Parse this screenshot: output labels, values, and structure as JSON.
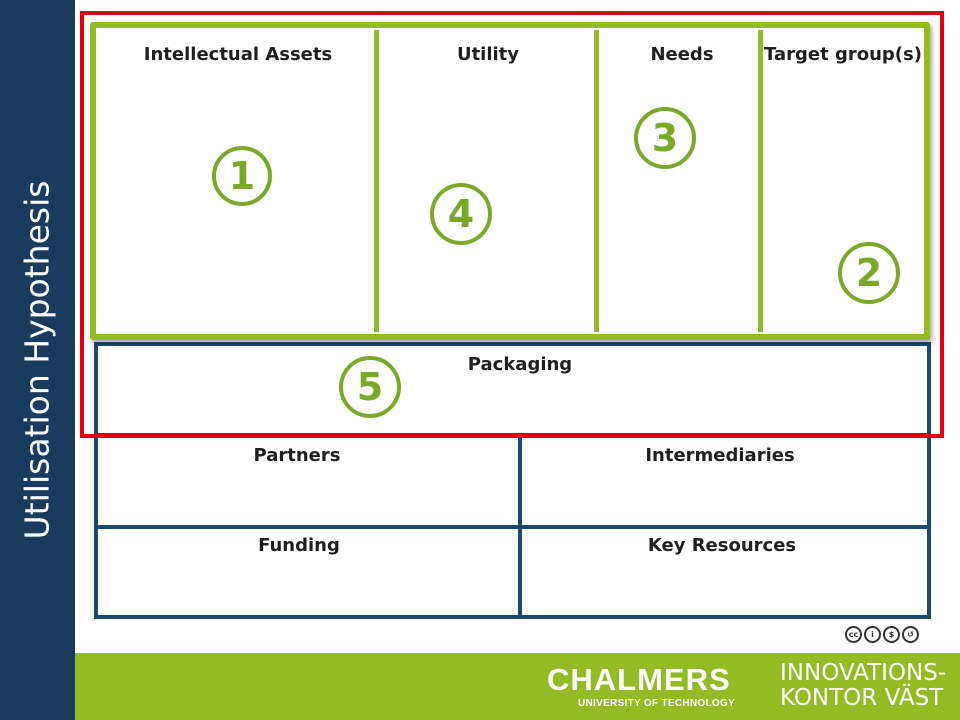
{
  "sidebar": {
    "title": "Utilisation Hypothesis"
  },
  "hypothesis": {
    "columns": [
      {
        "label": "Intellectual Assets"
      },
      {
        "label": "Utility"
      },
      {
        "label": "Needs"
      },
      {
        "label": "Target group(s)"
      }
    ]
  },
  "markers": {
    "m1": "1",
    "m2": "2",
    "m3": "3",
    "m4": "4",
    "m5": "5"
  },
  "packaging": {
    "label": "Packaging"
  },
  "grid": {
    "partners": "Partners",
    "intermediaries": "Intermediaries",
    "funding": "Funding",
    "key_resources": "Key Resources"
  },
  "license": {
    "icons": [
      "cc-icon",
      "by-icon",
      "nc-icon",
      "sa-icon"
    ]
  },
  "footer": {
    "logo_main": "CHALMERS",
    "logo_sub": "UNIVERSITY OF TECHNOLOGY",
    "innov_line1": "INNOVATIONS-",
    "innov_line2": "KONTOR VÄST"
  },
  "colors": {
    "sidebar": "#1a3a5e",
    "accent_green": "#92bb24",
    "highlight_red": "#e10012",
    "box_blue": "#1a4a6e"
  }
}
